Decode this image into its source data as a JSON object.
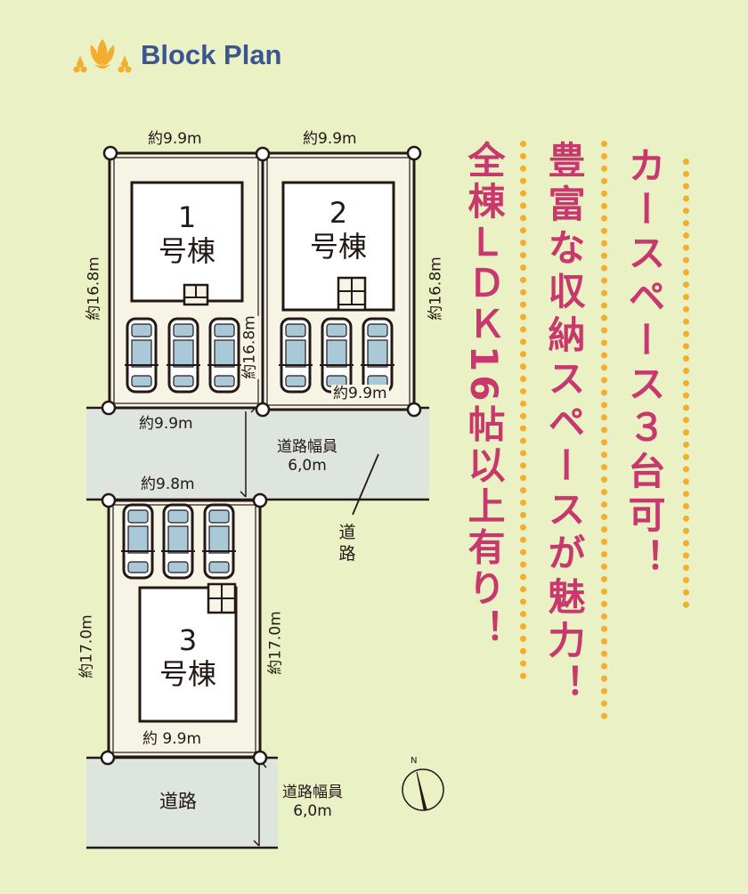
{
  "header": {
    "title": "Block Plan",
    "logo_icon": "lotus-icon",
    "logo_color": "#f4ad2c",
    "title_color": "#3a5590"
  },
  "lots": [
    {
      "number": "1",
      "label": "号棟",
      "top_width": "約9.9m",
      "left_depth": "約16.8m",
      "right_depth": "約16.8m",
      "bottom_width": "約9.9m"
    },
    {
      "number": "2",
      "label": "号棟",
      "top_width": "約9.9m",
      "right_depth": "約16.8m",
      "bottom_width": "約9.9m"
    },
    {
      "number": "3",
      "label": "号棟",
      "top_width": "約9.8m",
      "left_depth": "約17.0m",
      "right_depth": "約17.0m",
      "bottom_width": "約 9.9m"
    }
  ],
  "roads": {
    "upper_width_label": "道路幅員",
    "upper_width_value": "6,0m",
    "side_road": "道路",
    "lower_road": "道路",
    "lower_width_label": "道路幅員",
    "lower_width_value": "6,0m"
  },
  "compass": {
    "label": "N"
  },
  "features": [
    "カースペース３台可！",
    "豊富な収納スペースが魅力！",
    "全棟ＬＤＫ16帖以上有り！"
  ],
  "colors": {
    "background": "#eaf1c5",
    "lot": "#f6f4e4",
    "road": "#dde5de",
    "accent": "#c8386d",
    "dots": "#f4ad2c"
  }
}
